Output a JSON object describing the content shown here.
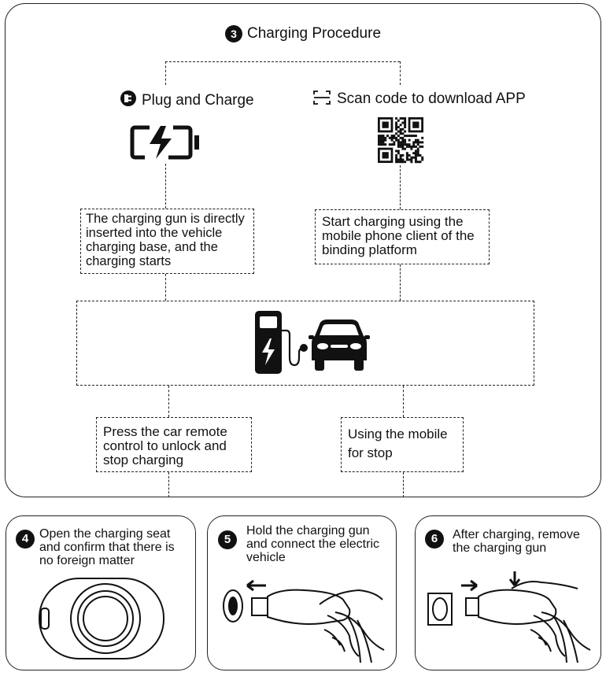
{
  "procedure": {
    "step_number": "3",
    "title": "Charging Procedure"
  },
  "options": {
    "plug": {
      "label": "Plug and Charge",
      "icon": "plug-icon"
    },
    "scan": {
      "label": "Scan code to download APP",
      "icon": "scan-icon"
    }
  },
  "descriptions": {
    "plug_text": "The charging gun is directly inserted into the vehicle charging base, and the charging starts",
    "scan_text": "Start charging using the mobile phone client of the binding platform"
  },
  "stop": {
    "remote_text": "Press the car remote control to unlock and stop charging",
    "mobile_text": "Using the mobile for stop"
  },
  "steps": [
    {
      "number": "4",
      "text": "Open the charging seat and confirm that there is no foreign matter"
    },
    {
      "number": "5",
      "text": "Hold the charging gun and connect the electric vehicle"
    },
    {
      "number": "6",
      "text": "After charging, remove the charging gun"
    }
  ]
}
